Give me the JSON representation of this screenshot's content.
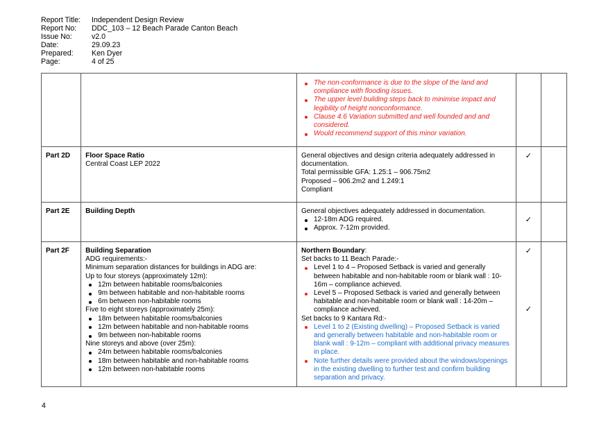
{
  "header": {
    "rows": [
      {
        "label": "Report Title:",
        "value": "Independent Design Review"
      },
      {
        "label": "Report No:",
        "value": "DDC_103 – 12 Beach Parade Canton Beach"
      },
      {
        "label": "Issue No:",
        "value": "v2.0"
      },
      {
        "label": "Date:",
        "value": "29.09.23"
      },
      {
        "label": "Prepared:",
        "value": "Ken Dyer"
      },
      {
        "label": "Page:",
        "value": "4 of 25"
      }
    ]
  },
  "continued_row": {
    "notes": [
      "The non-conformance is due to the slope of the land and compliance with flooding issues.",
      "The upper level building steps back to minimise impact and legibility of height nonconformance.",
      "Clause 4.6 Variation submitted and well founded and and considered.",
      "Would recommend support of this minor variation."
    ]
  },
  "part_2d": {
    "part": "Part 2D",
    "title": "Floor Space Ratio",
    "subtitle": "Central Coast LEP 2022",
    "lines": [
      "General objectives and design criteria adequately addressed in documentation.",
      "Total permissible GFA: 1.25:1 – 906.75m2",
      "Proposed – 906.2m2 and 1.249:1",
      "Compliant"
    ],
    "tick": "✓"
  },
  "part_2e": {
    "part": "Part 2E",
    "title": "Building Depth",
    "intro": "General objectives adequately addressed in documentation.",
    "bullets": [
      "12-18m ADG required.",
      "Approx. 7-12m provided."
    ],
    "tick": "✓"
  },
  "part_2f": {
    "part": "Part 2F",
    "title": "Building Separation",
    "line1": "ADG requirements:-",
    "line2": "Minimum separation distances for buildings in ADG are:",
    "group1_title": "Up to four storeys (approximately 12m):",
    "group1": [
      "12m between habitable rooms/balconies",
      "9m between habitable and non-habitable rooms",
      "6m between non-habitable rooms"
    ],
    "group2_title": "Five to eight storeys (approximately 25m):",
    "group2": [
      "18m between habitable rooms/balconies",
      "12m between habitable and non-habitable rooms",
      "9m between non-habitable rooms"
    ],
    "group3_title": "Nine storeys and above (over 25m):",
    "group3": [
      "24m between habitable rooms/balconies",
      "18m between habitable and non-habitable rooms",
      "12m between non-habitable rooms"
    ],
    "north_title": "Northern Boundary",
    "north_colon": ":",
    "setback1": "Set backs to 11 Beach Parade:-",
    "north_bullets": [
      "Level 1 to 4 – Proposed Setback is varied and generally between habitable and non-habitable room or blank wall : 10-16m – compliance achieved.",
      "Level 5 – Proposed Setback is varied and generally between habitable and non-habitable room or blank wall : 14-20m – compliance achieved."
    ],
    "setback2": "Set backs to 9 Kantara Rd:-",
    "kantara_bullets": [
      "Level 1 to 2 (Existing dwelling) – Proposed Setback is varied and generally between habitable and non-habitable room or blank wall : 9-12m – compliant with additional privacy measures in place.",
      "Note further details were provided about the windows/openings in the existing dwelling to further test and confirm building separation and privacy."
    ],
    "tick1": "✓",
    "tick2": "✓"
  },
  "footer": {
    "page_number": "4"
  },
  "colors": {
    "red": "#e8231f",
    "blue": "#1f6fd0",
    "border": "#555555"
  }
}
